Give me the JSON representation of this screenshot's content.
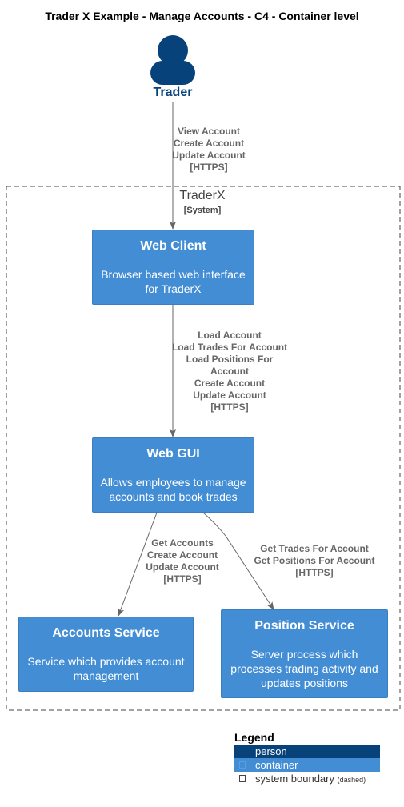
{
  "title": "Trader X Example - Manage Accounts - C4 - Container level",
  "person": {
    "label": "Trader",
    "color": "#08427b"
  },
  "boundary": {
    "name": "TraderX",
    "tag": "[System]"
  },
  "containers": {
    "web_client": {
      "name": "Web Client",
      "desc": [
        "Browser based web interface",
        "for TraderX"
      ]
    },
    "web_gui": {
      "name": "Web GUI",
      "desc": [
        "Allows employees to manage",
        "accounts and book trades"
      ]
    },
    "accounts_service": {
      "name": "Accounts Service",
      "desc": [
        "Service which provides account",
        "management"
      ]
    },
    "position_service": {
      "name": "Position Service",
      "desc": [
        "Server process which",
        "processes trading activity and",
        "updates positions"
      ]
    }
  },
  "edges": {
    "trader_to_webclient": [
      "View Account",
      "Create Account",
      "Update Account",
      "[HTTPS]"
    ],
    "webclient_to_webgui": [
      "Load Account",
      "Load Trades For Account",
      "Load Positions For",
      "Account",
      "Create Account",
      "Update Account",
      "[HTTPS]"
    ],
    "webgui_to_accounts": [
      "Get Accounts",
      "Create Account",
      "Update Account",
      "[HTTPS]"
    ],
    "webgui_to_position": [
      "Get Trades For Account",
      "Get Positions For Account",
      "[HTTPS]"
    ]
  },
  "legend": {
    "title": "Legend",
    "person": "person",
    "container": "container",
    "boundary": "system boundary",
    "boundary_note": "(dashed)"
  },
  "colors": {
    "person": "#08427b",
    "container": "#438dd5",
    "arrow": "#666666",
    "boundary_border": "#444444"
  }
}
